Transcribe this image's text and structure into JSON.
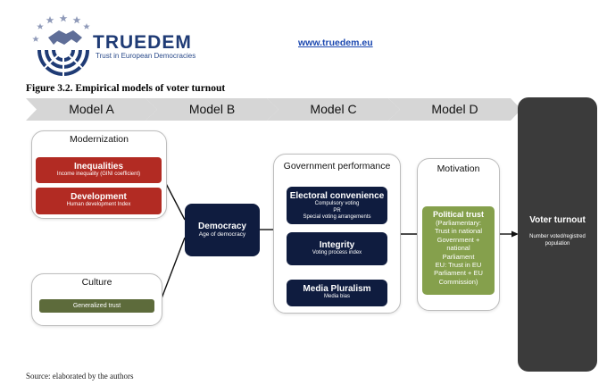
{
  "header": {
    "brand": "TRUEDEM",
    "tagline": "Trust in European Democracies",
    "url": "www.truedem.eu"
  },
  "figure_title": "Figure 3.2. Empirical models of voter turnout",
  "models": [
    "Model A",
    "Model B",
    "Model C",
    "Model D"
  ],
  "modernization": {
    "title": "Modernization",
    "inequalities": {
      "title": "Inequalities",
      "sub": "Income inequality (GINI coefficient)"
    },
    "development": {
      "title": "Development",
      "sub": "Human development Index"
    }
  },
  "culture": {
    "title": "Culture",
    "trust": "Generalized trust"
  },
  "democracy": {
    "title": "Democracy",
    "sub": "Age of democracy"
  },
  "government": {
    "title": "Government performance",
    "electoral": {
      "title": "Electoral convenience",
      "lines": [
        "Compulsory voting",
        "PR",
        "Special voting arrangements"
      ]
    },
    "integrity": {
      "title": "Integrity",
      "sub": "Voting process index"
    },
    "media": {
      "title": "Media Pluralism",
      "sub": "Media bias"
    }
  },
  "motivation": {
    "title": "Motivation",
    "political_trust": {
      "title": "Political trust",
      "lines": [
        "(Parliamentary:",
        "Trust in national",
        "Government +",
        "national",
        "Parliament",
        "EU: Trust in EU",
        "Parliament + EU",
        "Commission)"
      ]
    }
  },
  "voter_turnout": {
    "title": "Voter turnout",
    "sub": "Number voted/registred population"
  },
  "source": "Source: elaborated by the authors",
  "colors": {
    "chevron": "#d6d6d6",
    "red": "#b22b23",
    "navy": "#0f1c3f",
    "olive": "#5d6b3b",
    "green": "#85a04c",
    "dark": "#3b3b3b",
    "brand_blue": "#1f3b75"
  }
}
